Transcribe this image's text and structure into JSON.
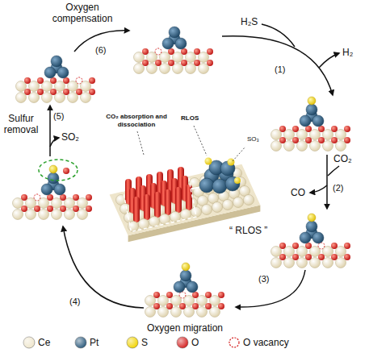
{
  "diagram": {
    "labels": [
      "Oxygen compensation",
      "(6)",
      "(1)",
      "H₂S",
      "H₂",
      "CO₂",
      "(2)",
      "CO",
      "“ RLOS ”",
      "(3)",
      "Oxygen migration",
      "(4)",
      "(5)",
      "Sulfur removal",
      "SO₂",
      "CO₂ absorption and dissociation",
      "RLOS",
      "SO₃"
    ],
    "legend": [
      {
        "text": "Ce",
        "color": "#efe6cc"
      },
      {
        "text": "Pt",
        "color": "#2b5a7c"
      },
      {
        "text": "S",
        "color": "#f2d400"
      },
      {
        "text": "O",
        "color": "#d42020"
      },
      {
        "text": "O vacancy"
      }
    ]
  }
}
